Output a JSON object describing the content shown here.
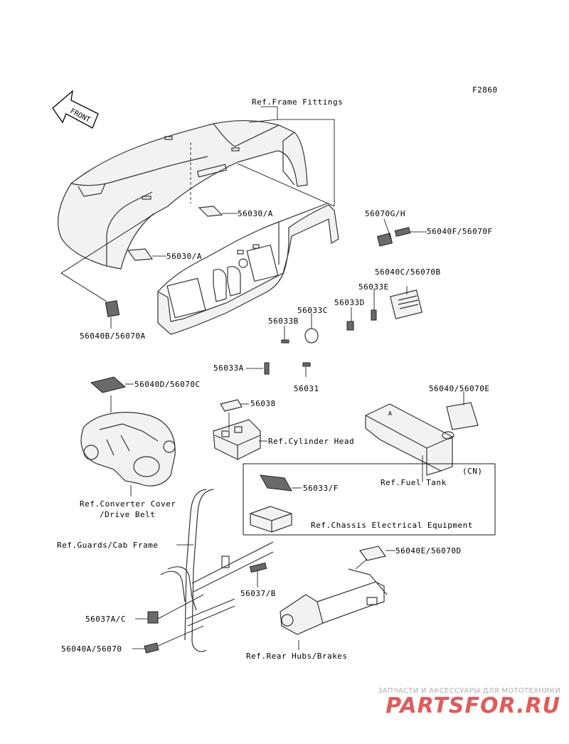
{
  "figure_code": "F2860",
  "front_arrow_text": "FRONT",
  "labels": {
    "ref_frame_fittings": "Ref.Frame Fittings",
    "p56030a_top": "56030/A",
    "p56030a_left": "56030/A",
    "p56070gh": "56070G/H",
    "p56040f": "56040F/56070F",
    "p56040c": "56040C/56070B",
    "p56033e": "56033E",
    "p56033d": "56033D",
    "p56033c": "56033C",
    "p56033b": "56033B",
    "p56040b": "56040B/56070A",
    "p56033a": "56033A",
    "p56031": "56031",
    "p56040d": "56040D/56070C",
    "p56038": "56038",
    "ref_cylinder_head": "Ref.Cylinder Head",
    "p56040_e": "56040/56070E",
    "ref_fuel_tank": "Ref.Fuel Tank",
    "cn": "(CN)",
    "p56033f": "56033/F",
    "ref_chassis_electrical": "Ref.Chassis Electrical Equipment",
    "ref_converter_cover_1": "Ref.Converter Cover",
    "ref_converter_cover_2": "/Drive Belt",
    "ref_guards_cab": "Ref.Guards/Cab Frame",
    "p56040e": "56040E/56070D",
    "p56037b": "56037/B",
    "p56037ac": "56037A/C",
    "p56040a": "56040A/56070",
    "ref_rear_hubs": "Ref.Rear Hubs/Brakes"
  },
  "watermark": {
    "subtitle": "ЗАПЧАСТИ И АКСЕССУАРЫ ДЛЯ МОТОТЕХНИКИ",
    "brand": "PARTSFOR.RU",
    "color": "#e25a5a"
  }
}
